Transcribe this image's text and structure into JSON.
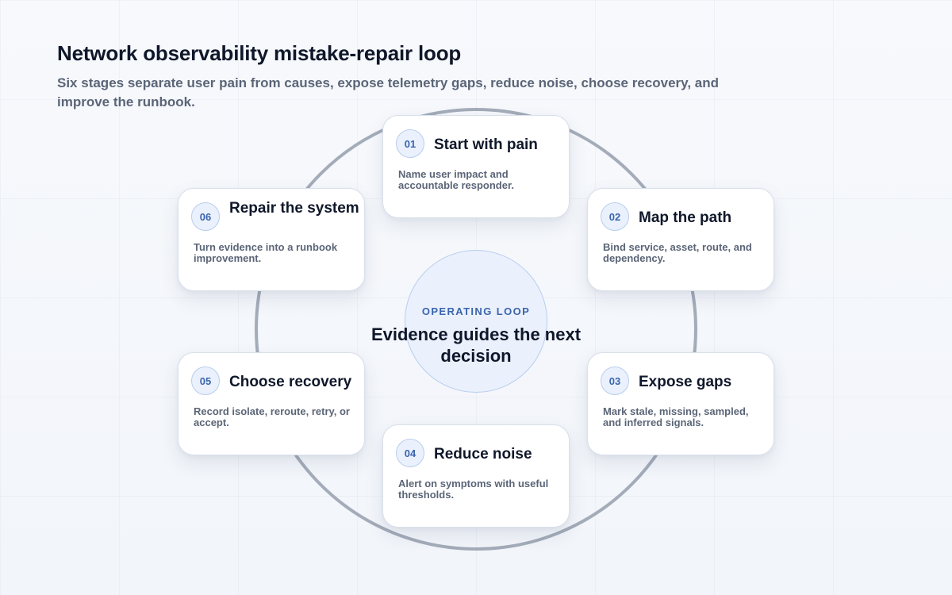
{
  "header": {
    "title": "Network observability mistake-repair loop",
    "subtitle": "Six stages separate user pain from causes, expose telemetry gaps, reduce noise, choose recovery, and improve the runbook."
  },
  "center": {
    "kicker": "OPERATING LOOP",
    "text": "Evidence guides the next decision"
  },
  "stages": [
    {
      "number": "01",
      "title": "Start with pain",
      "description": "Name user impact and accountable responder."
    },
    {
      "number": "02",
      "title": "Map the path",
      "description": "Bind service, asset, route, and dependency."
    },
    {
      "number": "03",
      "title": "Expose gaps",
      "description": "Mark stale, missing, sampled, and inferred signals."
    },
    {
      "number": "04",
      "title": "Reduce noise",
      "description": "Alert on symptoms with useful thresholds."
    },
    {
      "number": "05",
      "title": "Choose recovery",
      "description": "Record isolate, reroute, retry, or accept."
    },
    {
      "number": "06",
      "title": "Repair the system",
      "description": "Turn evidence into a runbook improvement."
    }
  ],
  "colors": {
    "accent": "#3a64ad",
    "ring": "#a4acb9",
    "badge_fill": "#eaf1fd",
    "text_dark": "#0f172a",
    "text_muted": "#5b6577"
  }
}
